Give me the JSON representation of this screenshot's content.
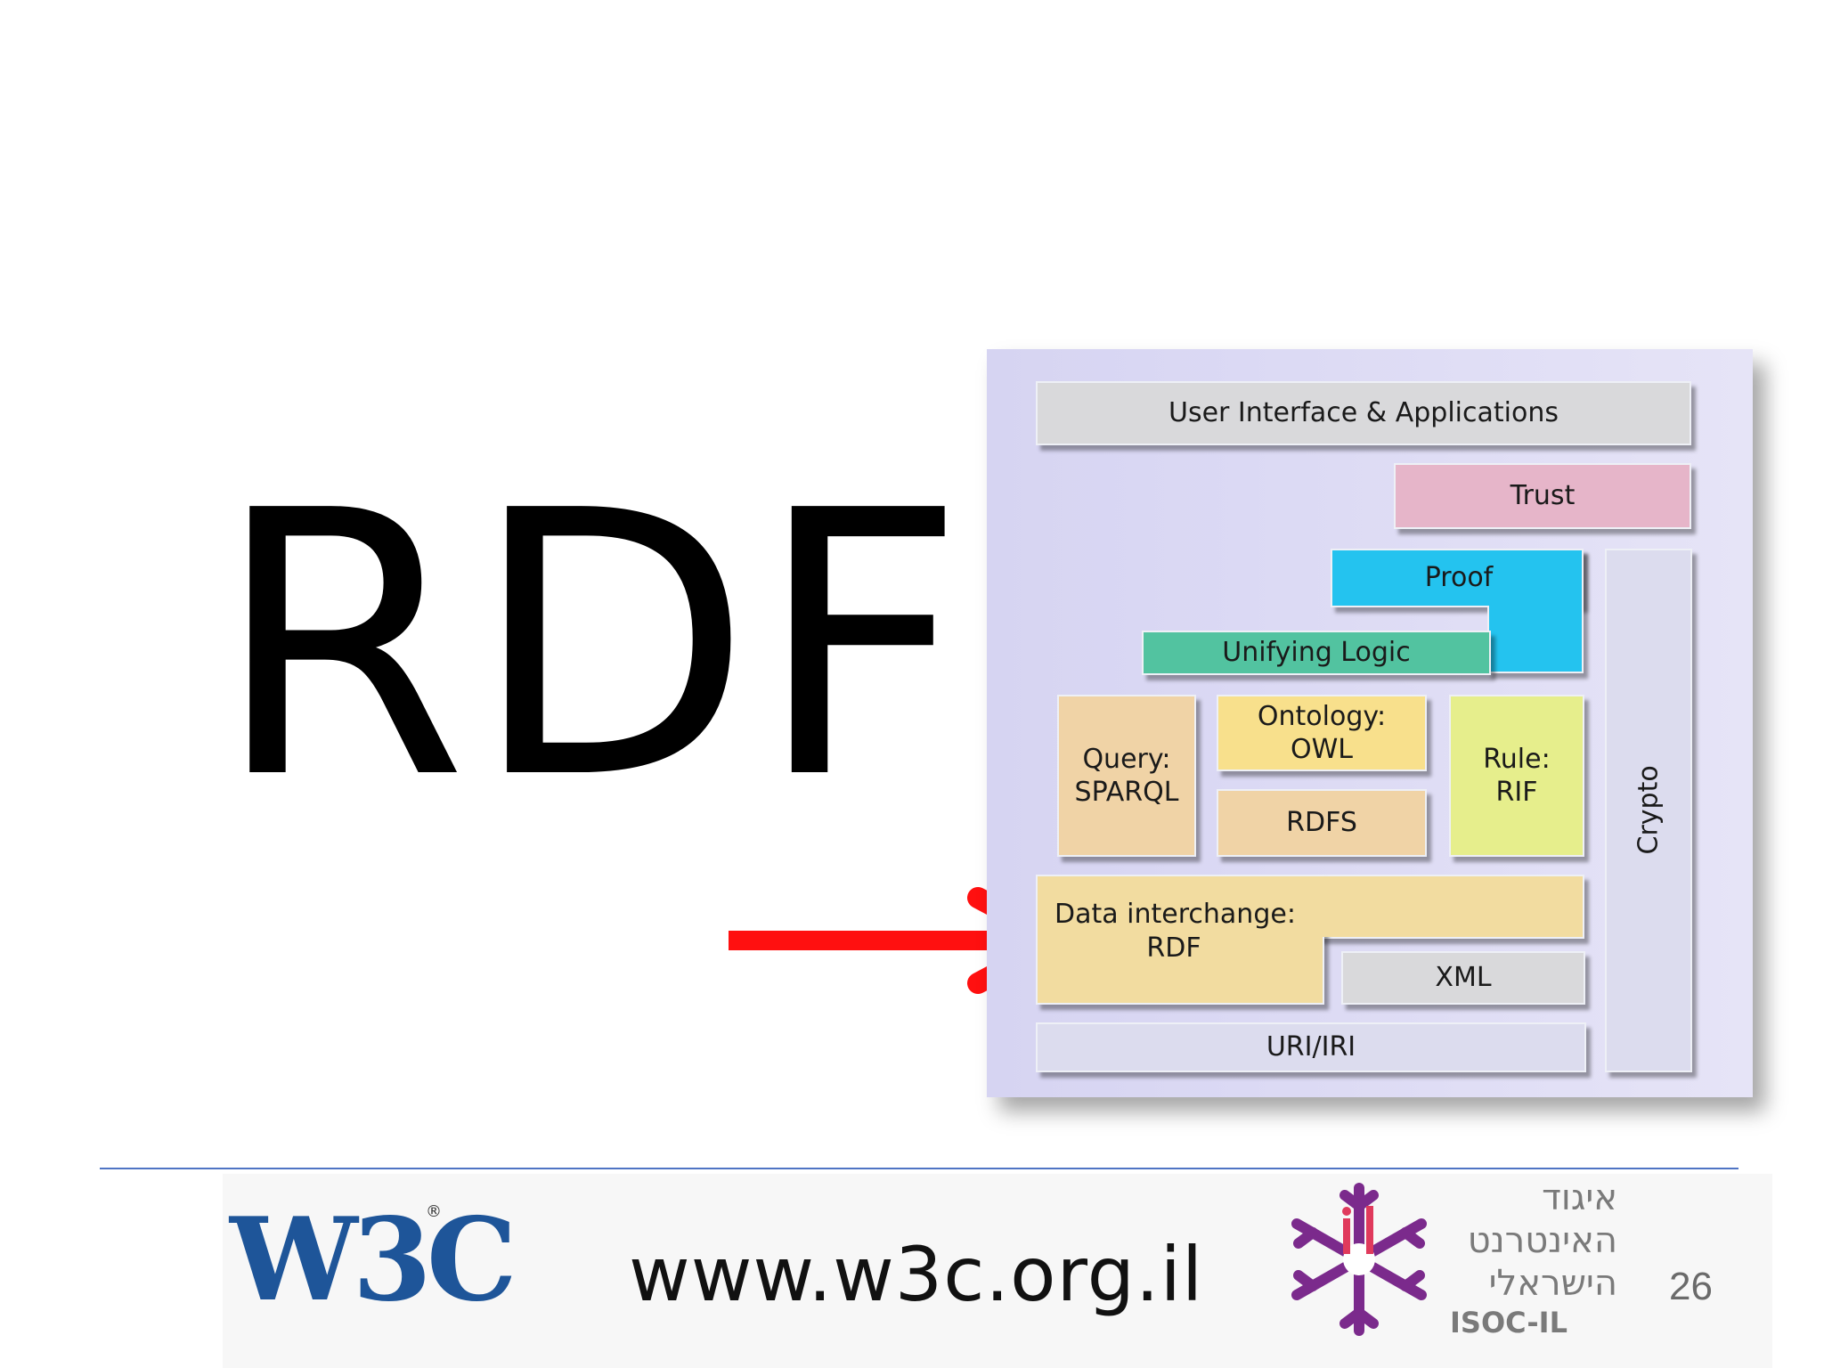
{
  "slide": {
    "title": "RDF",
    "page_number": "26"
  },
  "diagram": {
    "user_interface": "User Interface & Applications",
    "trust": "Trust",
    "proof": "Proof",
    "unifying_logic": "Unifying Logic",
    "query_line1": "Query:",
    "query_line2": "SPARQL",
    "ontology_line1": "Ontology:",
    "ontology_line2": "OWL",
    "rdfs": "RDFS",
    "rule_line1": "Rule:",
    "rule_line2": "RIF",
    "crypto": "Crypto",
    "data_interchange_line1": "Data interchange:",
    "data_interchange_line2": "RDF",
    "xml": "XML",
    "uri": "URI/IRI"
  },
  "footer": {
    "url": "www.w3c.org.il",
    "w3c_logo_text": "W3C",
    "registered_mark": "®",
    "isoc_hebrew_line1": "איגוד",
    "isoc_hebrew_line2": "האינטרנט",
    "isoc_hebrew_line3": "הישראלי",
    "isoc_english": "ISOC-IL"
  },
  "colors": {
    "arrow": "#ff1010",
    "w3c_blue": "#1e5599",
    "isoc_purple": "#7b2a8c",
    "rule_blue": "#4f74c4"
  }
}
